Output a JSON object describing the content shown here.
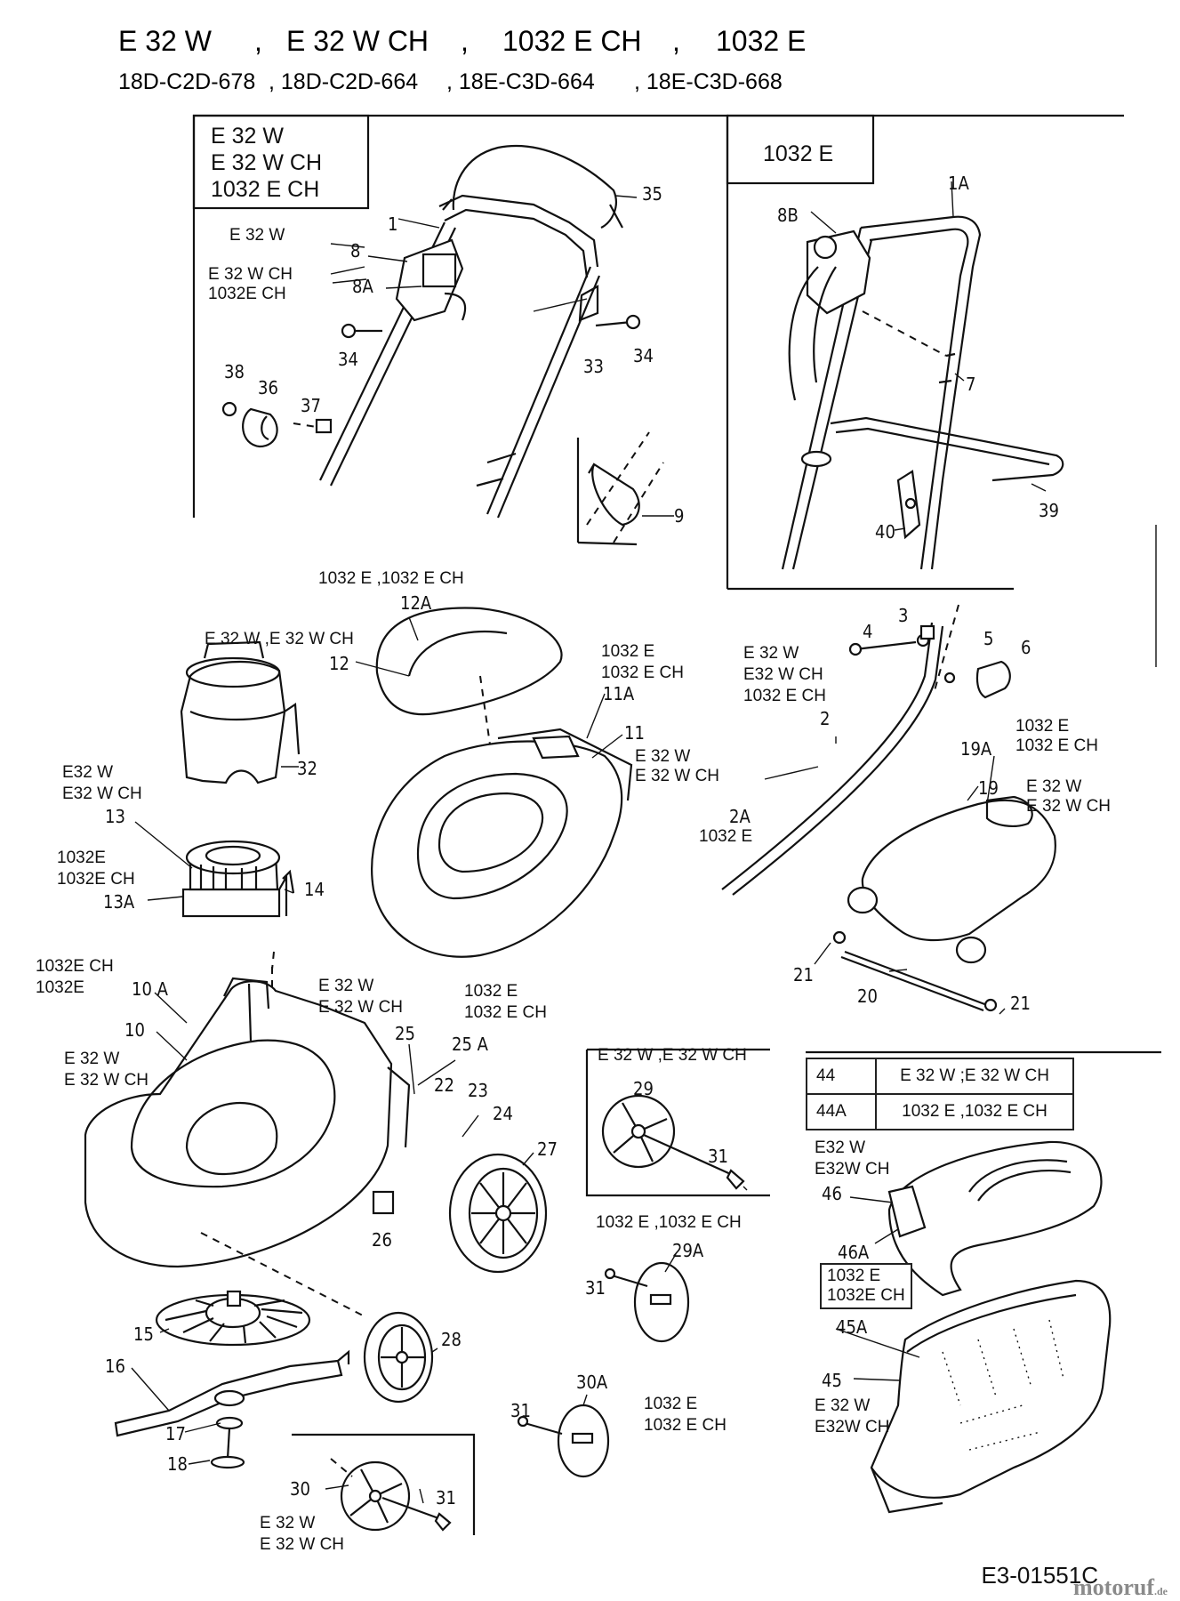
{
  "header": {
    "models": [
      "E 32 W",
      ",",
      "E 32 W CH",
      ",",
      "1032 E CH",
      ",",
      "1032 E"
    ],
    "codes": [
      "18D-C2D-678",
      ", 18D-C2D-664",
      ", 18E-C3D-664",
      ", 18E-C3D-668"
    ]
  },
  "boxes": {
    "top_left": [
      "E 32 W",
      "E 32 W CH",
      "1032  E CH"
    ],
    "top_right": "1032 E"
  },
  "labels": {
    "l_e32w_8": "E 32 W",
    "l_e32wch_8a": "E 32 W CH",
    "l_1032ech_8a": "1032E CH",
    "l_12a_models": "1032 E  ,1032 E CH",
    "l_12_models": "E 32 W  ,E 32 W CH",
    "l_11a_a": "1032 E",
    "l_11a_b": "1032 E CH",
    "l_11_a": "E 32 W",
    "l_11_b": "E 32 W CH",
    "l_32_a": "E32 W",
    "l_32_b": "E32 W CH",
    "l_13a_a": "1032E",
    "l_13a_b": "1032E CH",
    "l_2_a": "E 32 W",
    "l_2_b": "E32 W CH",
    "l_2_c": "1032 E CH",
    "l_2a": "1032 E",
    "l_19a_a": "1032 E",
    "l_19a_b": "1032 E CH",
    "l_19_a": "E 32 W",
    "l_19_b": "E 32 W CH",
    "l_10a_a": "1032E CH",
    "l_10a_b": "1032E",
    "l_10_a": "E 32 W",
    "l_10_b": "E 32 W CH",
    "l_25_a": "E 32 W",
    "l_25_b": "E 32 W CH",
    "l_25a_a": "1032 E",
    "l_25a_b": "1032 E CH",
    "l_29": "E 32 W  ,E 32 W CH",
    "l_29a": "1032 E  ,1032 E CH",
    "l_30a_a": "1032 E",
    "l_30a_b": "1032 E CH",
    "l_30_a": "E 32 W",
    "l_30_b": "E 32 W CH",
    "l_46_a": "E32 W",
    "l_46_b": "E32W CH",
    "l_46a_a": "1032 E",
    "l_46a_b": "1032E CH",
    "l_45_a": "E 32 W",
    "l_45_b": "E32W CH"
  },
  "part_numbers": {
    "p35": "35",
    "p1": "1",
    "p8": "8",
    "p8a": "8A",
    "p34a": "34",
    "p33": "33",
    "p34b": "34",
    "p38": "38",
    "p36": "36",
    "p37": "37",
    "p9": "9",
    "p1a": "1A",
    "p8b": "8B",
    "p7": "7",
    "p39": "39",
    "p40": "40",
    "p12a": "12A",
    "p12": "12",
    "p11a": "11A",
    "p11": "11",
    "p32": "32",
    "p13": "13",
    "p13a": "13A",
    "p14": "14",
    "p3": "3",
    "p4": "4",
    "p5": "5",
    "p6": "6",
    "p2": "2",
    "p2a": "2A",
    "p19a": "19A",
    "p19": "19",
    "p21a": "21",
    "p20": "20",
    "p21b": "21",
    "p10a": "10 A",
    "p10": "10",
    "p25": "25",
    "p25a": "25 A",
    "p22": "22",
    "p23": "23",
    "p24": "24",
    "p27": "27",
    "p26": "26",
    "p29": "29",
    "p31a": "31",
    "p29a": "29A",
    "p31b": "31",
    "p15": "15",
    "p16": "16",
    "p17": "17",
    "p18": "18",
    "p28": "28",
    "p30": "30",
    "p31c": "31",
    "p31d": "31",
    "p30a": "30A",
    "p46": "46",
    "p46a": "46A",
    "p45a": "45A",
    "p45": "45"
  },
  "legend": [
    {
      "code": "44",
      "desc": "E 32 W  ;E 32 W CH"
    },
    {
      "code": "44A",
      "desc": "1032 E  ,1032 E CH"
    }
  ],
  "footer": {
    "ref": "E3-01551C",
    "brand": "motoruf",
    "brand_suffix": ".de"
  }
}
